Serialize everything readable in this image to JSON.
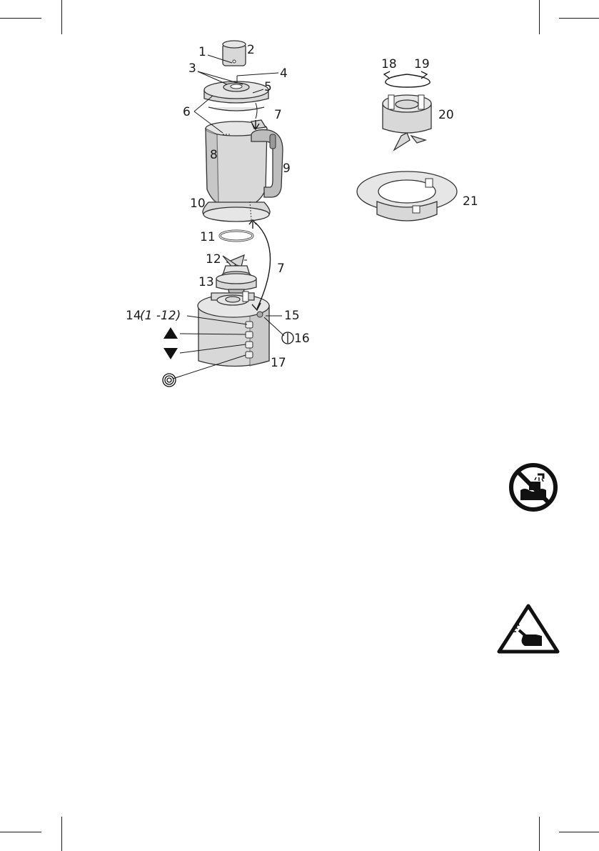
{
  "diagram": {
    "labels": {
      "l1": "1",
      "l2": "2",
      "l3": "3",
      "l4": "4",
      "l5": "5",
      "l6": "6",
      "l7a": "7",
      "l8": "8",
      "l9": "9",
      "l10": "10",
      "l11": "11",
      "l12": "12",
      "l7b": "7",
      "l13": "13",
      "l14": "14",
      "l14_range": "(1 -12)",
      "l15": "15",
      "l16": "16",
      "l17": "17",
      "l18": "18",
      "l19": "19",
      "l20": "20",
      "l21": "21"
    }
  },
  "symbols": {
    "no_immersion_icon": "no-water-immersion",
    "cut_hazard_icon": "cut-hazard-warning",
    "up_arrow_icon": "triangle-up",
    "down_arrow_icon": "triangle-down",
    "pulse_icon": "spiral",
    "power_icon": "power-symbol"
  }
}
